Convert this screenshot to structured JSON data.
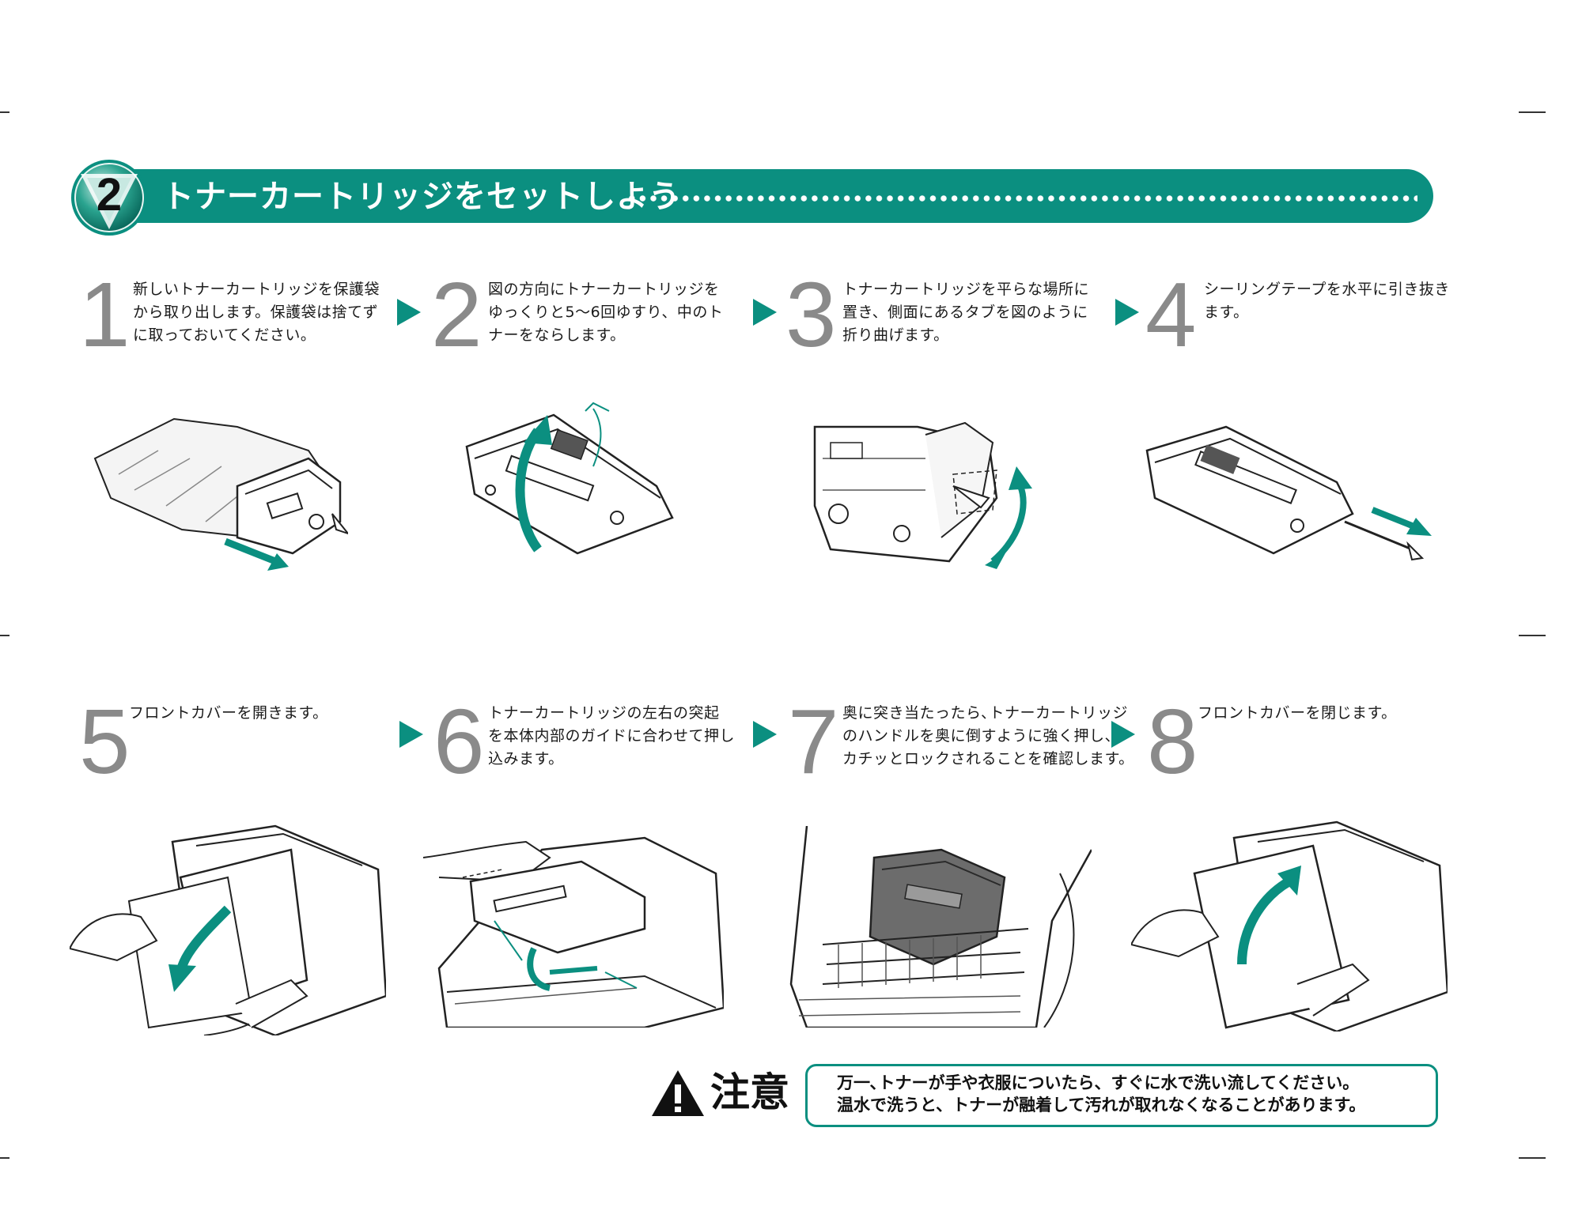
{
  "header": {
    "badge_number": "2",
    "title": "トナーカートリッジをセットしよう"
  },
  "steps": [
    {
      "number": "1",
      "text": [
        "新しいトナーカートリッジを保護袋",
        "から取り出します。保護袋は捨てず",
        "に取っておいてください。"
      ]
    },
    {
      "number": "2",
      "text": [
        "図の方向にトナーカートリッジを",
        "ゆっくりと5～6回ゆすり、中のト",
        "ナーをならします。"
      ]
    },
    {
      "number": "3",
      "text": [
        "トナーカートリッジを平らな場所に",
        "置き、側面にあるタブを図のように",
        "折り曲げます。"
      ]
    },
    {
      "number": "4",
      "text": [
        "シーリングテープを水平に引き抜き",
        "ます。"
      ]
    },
    {
      "number": "5",
      "text": [
        "フロントカバーを開きます。"
      ]
    },
    {
      "number": "6",
      "text": [
        "トナーカートリッジの左右の突起",
        "を本体内部のガイドに合わせて押し",
        "込みます。"
      ]
    },
    {
      "number": "7",
      "text": [
        "奥に突き当たったら､トナーカートリッジ",
        "のハンドルを奥に倒すように強く押し、",
        "カチッとロックされることを確認します。"
      ]
    },
    {
      "number": "8",
      "text": [
        "フロントカバーを閉じます。"
      ]
    }
  ],
  "caution": {
    "label": "注意",
    "lines": [
      "万一､トナーが手や衣服についたら、すぐに水で洗い流してください。",
      "温水で洗うと、トナーが融着して汚れが取れなくなることがあります。"
    ]
  },
  "colors": {
    "accent": "#0b8f80",
    "step_number": "#8a8a8a"
  }
}
